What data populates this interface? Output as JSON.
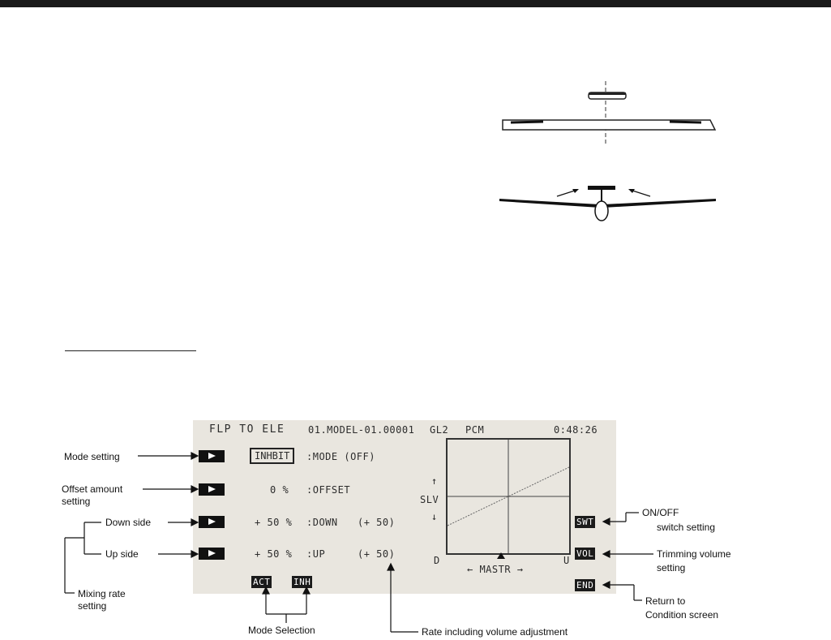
{
  "screen": {
    "header": {
      "title": "FLP TO ELE",
      "model": "01.MODEL-01.00001",
      "type": "GL2",
      "modulation": "PCM",
      "timer": "0:48:26"
    },
    "mode": {
      "value": "INHBIT",
      "label": ":MODE (OFF)"
    },
    "offset": {
      "value": "0 %",
      "label": ":OFFSET"
    },
    "down": {
      "value": "+ 50 %",
      "label": ":DOWN",
      "actual": "(+ 50)"
    },
    "up": {
      "value": "+ 50 %",
      "label": ":UP",
      "actual": "(+ 50)"
    },
    "softkeys": {
      "act": "ACT",
      "inh": "INH",
      "swt": "SWT",
      "vol": "VOL",
      "end": "END"
    },
    "graph": {
      "y_label": "SLV",
      "up_arrow": "↑",
      "down_arrow": "↓",
      "left_label": "D",
      "right_label": "U",
      "x_label": "← MASTR →"
    }
  },
  "annotations": {
    "mode_setting": "Mode setting",
    "offset_setting_1": "Offset amount",
    "offset_setting_2": "setting",
    "down_side": "Down side",
    "up_side": "Up side",
    "mixing_rate_1": "Mixing rate",
    "mixing_rate_2": "setting",
    "mode_selection": "Mode Selection",
    "rate_volume": "Rate including volume adjustment",
    "switch_1": "ON/OFF",
    "switch_2": "switch setting",
    "trim_1": "Trimming volume",
    "trim_2": "setting",
    "return_1": "Return to",
    "return_2": "Condition screen"
  }
}
